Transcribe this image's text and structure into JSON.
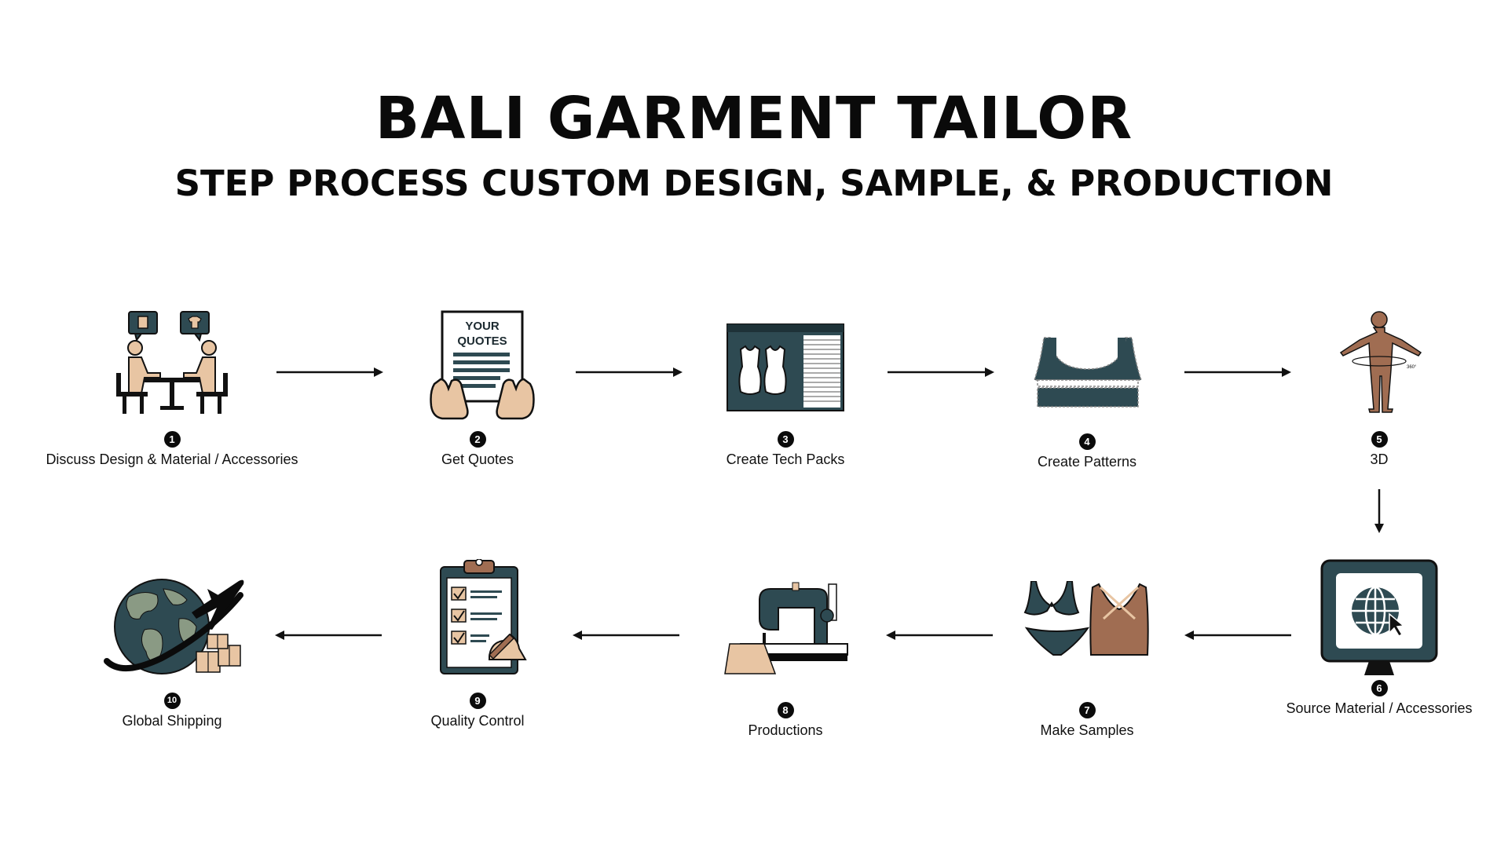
{
  "header": {
    "title": "BALI GARMENT TAILOR",
    "subtitle": "STEP PROCESS CUSTOM DESIGN, SAMPLE, & PRODUCTION"
  },
  "colors": {
    "teal": "#2e4a52",
    "skin": "#e8c5a3",
    "brown": "#a06d52",
    "black": "#0b0b0b"
  },
  "icon_text": {
    "quotes_line1": "YOUR",
    "quotes_line2": "QUOTES"
  },
  "steps": [
    {
      "number": "1",
      "label": "Discuss Design & Material / Accessories",
      "icon": "meeting-icon"
    },
    {
      "number": "2",
      "label": "Get Quotes",
      "icon": "quote-document-icon"
    },
    {
      "number": "3",
      "label": "Create Tech Packs",
      "icon": "tech-pack-icon"
    },
    {
      "number": "4",
      "label": "Create Patterns",
      "icon": "pattern-top-icon"
    },
    {
      "number": "5",
      "label": "3D",
      "icon": "3d-body-icon"
    },
    {
      "number": "6",
      "label": "Source Material / Accessories",
      "icon": "monitor-globe-icon"
    },
    {
      "number": "7",
      "label": "Make Samples",
      "icon": "swimwear-samples-icon"
    },
    {
      "number": "8",
      "label": "Productions",
      "icon": "sewing-machine-icon"
    },
    {
      "number": "9",
      "label": "Quality Control",
      "icon": "checklist-clipboard-icon"
    },
    {
      "number": "10",
      "label": "Global Shipping",
      "icon": "globe-plane-icon"
    }
  ]
}
